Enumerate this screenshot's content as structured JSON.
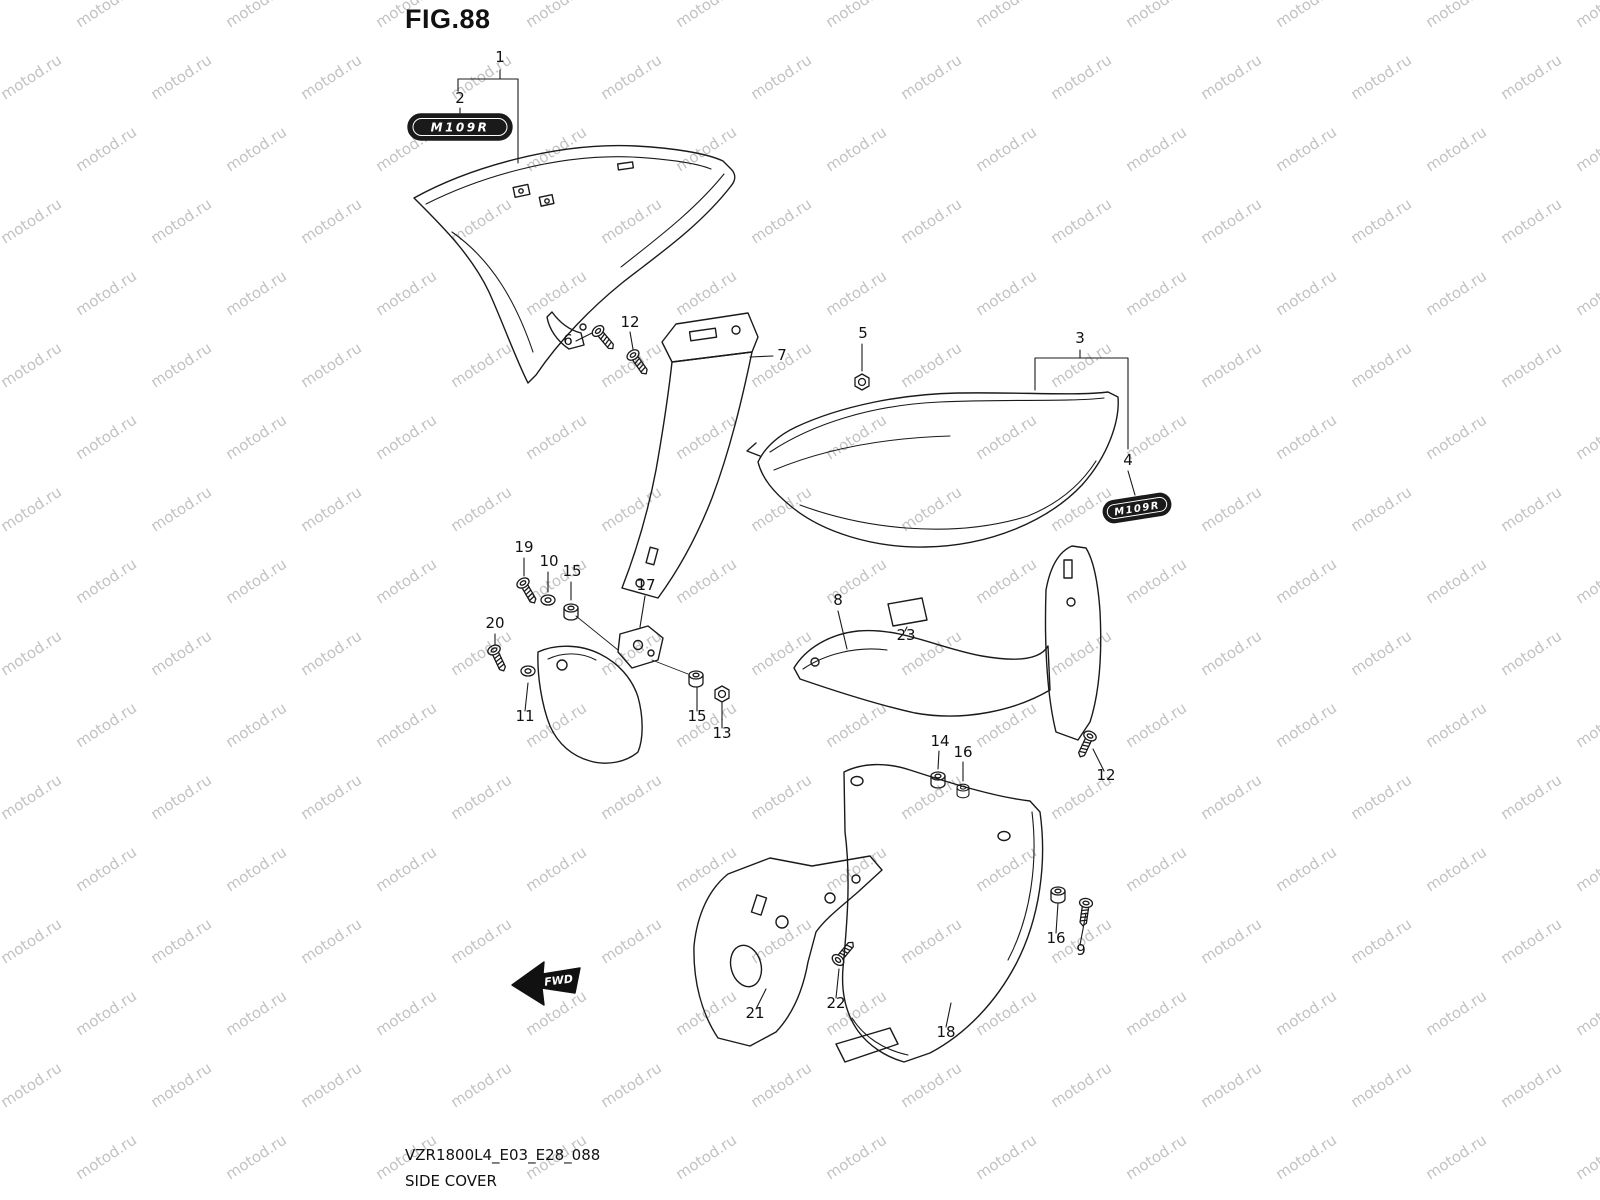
{
  "title": "FIG.88",
  "footer": {
    "code": "VZR1800L4_E03_E28_088",
    "caption": "SIDE COVER"
  },
  "watermark": {
    "text": "motod.ru",
    "color": "#c2c2c2"
  },
  "fwd": {
    "label": "FWD"
  },
  "emblems": {
    "left": "M109R",
    "right": "M109R"
  },
  "callouts": [
    {
      "n": "1"
    },
    {
      "n": "2"
    },
    {
      "n": "6"
    },
    {
      "n": "12"
    },
    {
      "n": "7"
    },
    {
      "n": "5"
    },
    {
      "n": "3"
    },
    {
      "n": "4"
    },
    {
      "n": "19"
    },
    {
      "n": "10"
    },
    {
      "n": "15"
    },
    {
      "n": "17"
    },
    {
      "n": "8"
    },
    {
      "n": "23"
    },
    {
      "n": "20"
    },
    {
      "n": "11"
    },
    {
      "n": "15"
    },
    {
      "n": "13"
    },
    {
      "n": "14"
    },
    {
      "n": "16"
    },
    {
      "n": "12"
    },
    {
      "n": "16"
    },
    {
      "n": "9"
    },
    {
      "n": "21"
    },
    {
      "n": "22"
    },
    {
      "n": "18"
    }
  ]
}
